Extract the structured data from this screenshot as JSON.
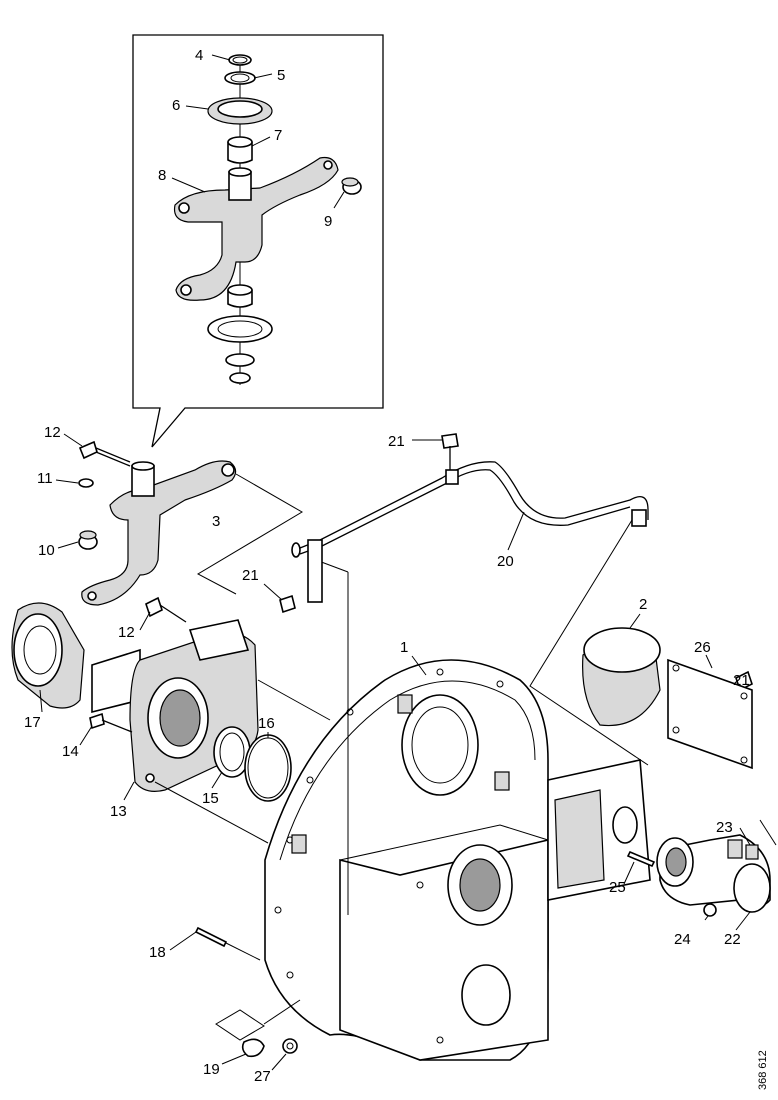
{
  "drawing_code": "368 612",
  "callouts": [
    {
      "id": "c1",
      "text": "1"
    },
    {
      "id": "c2",
      "text": "2"
    },
    {
      "id": "c3",
      "text": "3"
    },
    {
      "id": "c4",
      "text": "4"
    },
    {
      "id": "c5",
      "text": "5"
    },
    {
      "id": "c6",
      "text": "6"
    },
    {
      "id": "c7",
      "text": "7"
    },
    {
      "id": "c8",
      "text": "8"
    },
    {
      "id": "c9",
      "text": "9"
    },
    {
      "id": "c10",
      "text": "10"
    },
    {
      "id": "c11",
      "text": "11"
    },
    {
      "id": "c12a",
      "text": "12"
    },
    {
      "id": "c12b",
      "text": "12"
    },
    {
      "id": "c13",
      "text": "13"
    },
    {
      "id": "c14",
      "text": "14"
    },
    {
      "id": "c15",
      "text": "15"
    },
    {
      "id": "c16",
      "text": "16"
    },
    {
      "id": "c17",
      "text": "17"
    },
    {
      "id": "c18",
      "text": "18"
    },
    {
      "id": "c19",
      "text": "19"
    },
    {
      "id": "c20",
      "text": "20"
    },
    {
      "id": "c21a",
      "text": "21"
    },
    {
      "id": "c21b",
      "text": "21"
    },
    {
      "id": "c21c",
      "text": "21"
    },
    {
      "id": "c22",
      "text": "22"
    },
    {
      "id": "c23",
      "text": "23"
    },
    {
      "id": "c24",
      "text": "24"
    },
    {
      "id": "c25",
      "text": "25"
    },
    {
      "id": "c26",
      "text": "26"
    },
    {
      "id": "c27",
      "text": "27"
    }
  ]
}
